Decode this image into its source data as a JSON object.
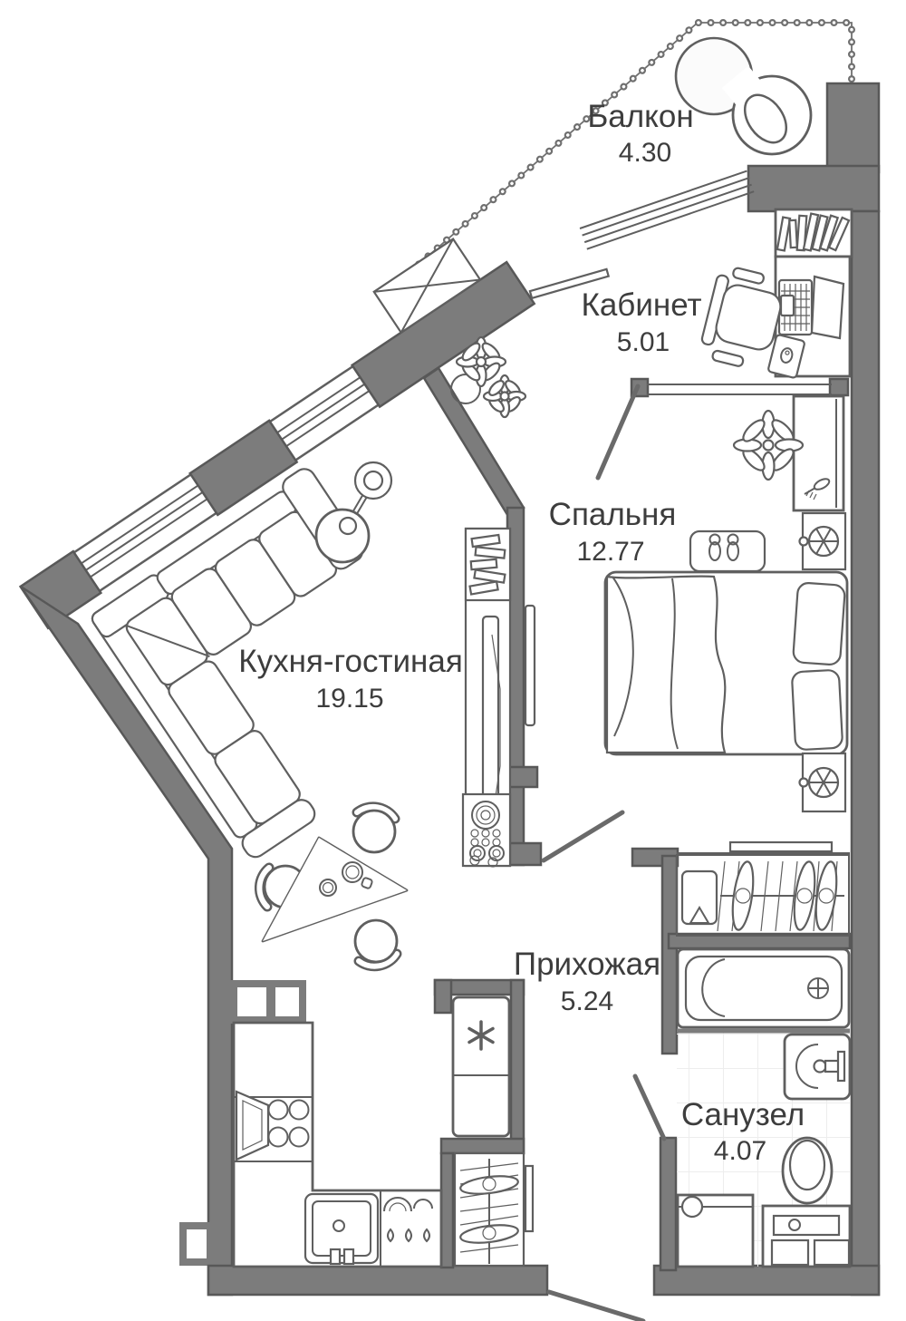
{
  "plan": {
    "type": "apartment-floor-plan",
    "rooms": [
      {
        "name": "Балкон",
        "area": "4.30"
      },
      {
        "name": "Кабинет",
        "area": "5.01"
      },
      {
        "name": "Спальня",
        "area": "12.77"
      },
      {
        "name": "Кухня-гостиная",
        "area": "19.15"
      },
      {
        "name": "Прихожая",
        "area": "5.24"
      },
      {
        "name": "Санузел",
        "area": "4.07"
      }
    ],
    "colors": {
      "wall": "#7c7c7c",
      "wall_outline": "#585858",
      "furniture_line": "#5f5f5f",
      "label_text": "#3d3d3d",
      "background": "#ffffff",
      "tile": "#ededed"
    }
  }
}
